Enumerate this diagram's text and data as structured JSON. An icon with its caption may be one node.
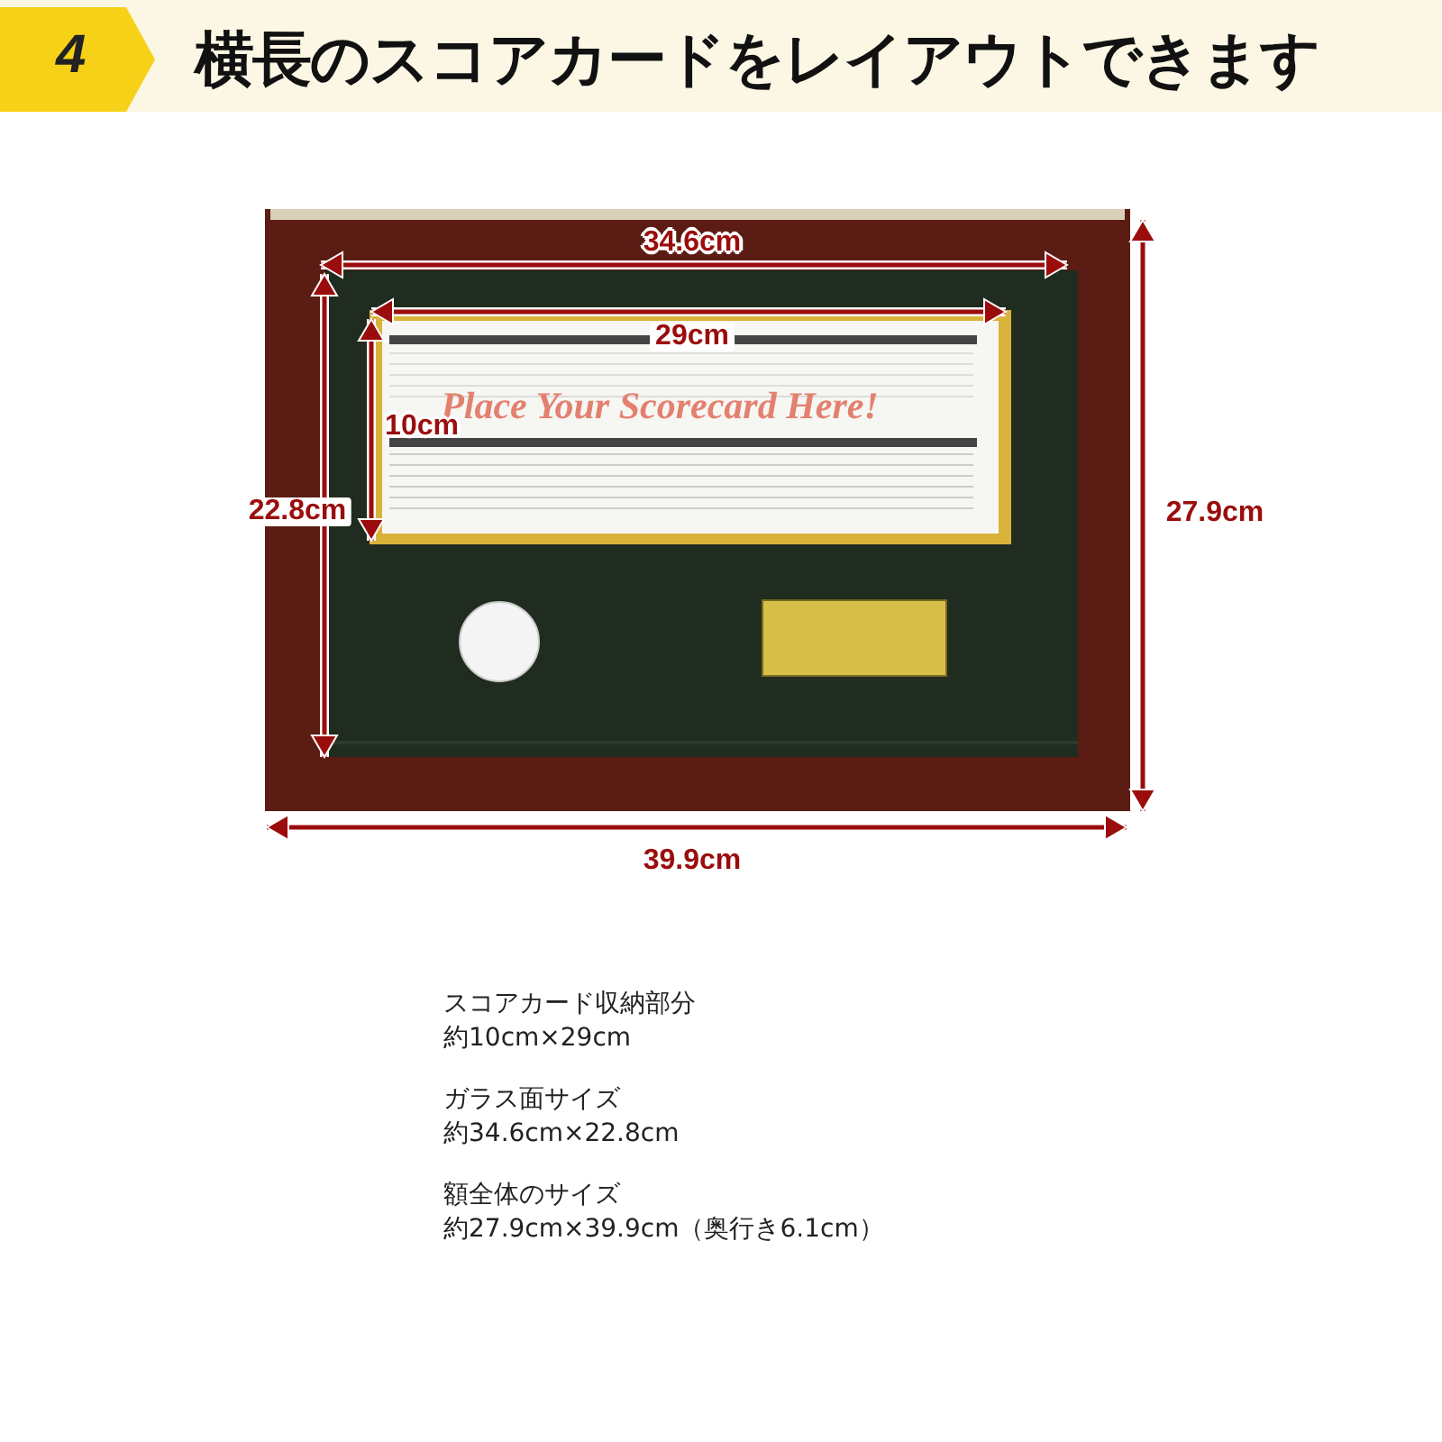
{
  "diagram": {
    "title": "**横長のスコアカード**をレイアウトできます",
    "labels": [
      "4",
      "34.6cm",
      "29cm",
      "Place Your Scorecard Here!",
      "10cm",
      "22.8cm",
      "27.9cm",
      "39.9cm",
      "スコアカード収納部分",
      "約10cm×29cm",
      "ガラス面サイズ",
      "約34.6cm×22.8cm",
      "額全体のサイズ",
      "約27.9cm×39.9cm（奥行き6.1cm）"
    ]
  }
}
